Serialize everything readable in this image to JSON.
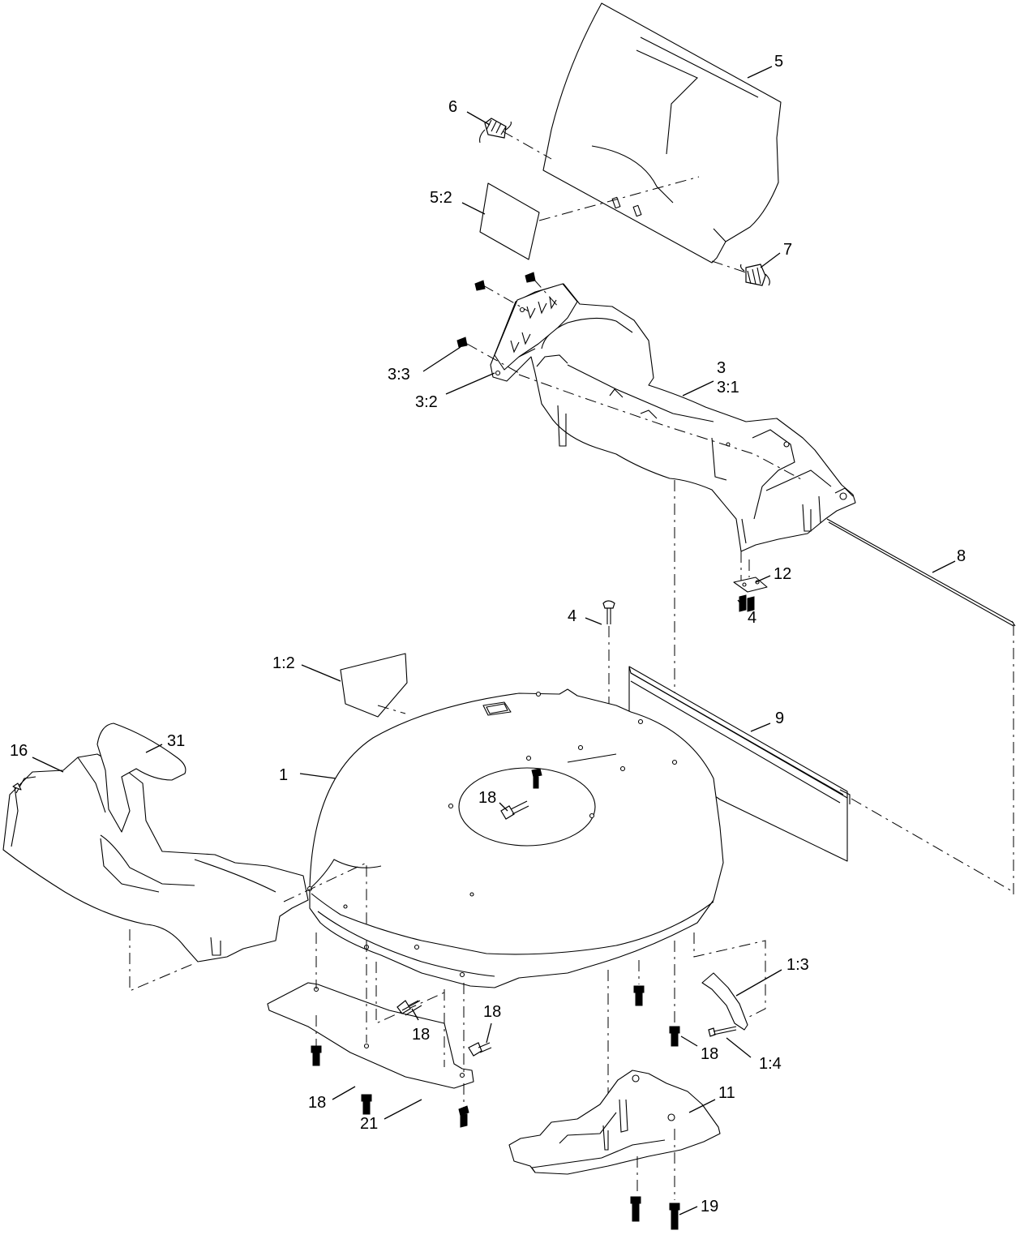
{
  "callouts": [
    {
      "text": "5"
    },
    {
      "text": "6"
    },
    {
      "text": "5:2"
    },
    {
      "text": "7"
    },
    {
      "text": "3"
    },
    {
      "text": "3:1"
    },
    {
      "text": "3:3"
    },
    {
      "text": "3:2"
    },
    {
      "text": "8"
    },
    {
      "text": "12"
    },
    {
      "text": "4"
    },
    {
      "text": "4"
    },
    {
      "text": "1:2"
    },
    {
      "text": "9"
    },
    {
      "text": "16"
    },
    {
      "text": "31"
    },
    {
      "text": "1"
    },
    {
      "text": "18"
    },
    {
      "text": "1:3"
    },
    {
      "text": "18"
    },
    {
      "text": "18"
    },
    {
      "text": "18"
    },
    {
      "text": "1:4"
    },
    {
      "text": "18"
    },
    {
      "text": "11"
    },
    {
      "text": "21"
    },
    {
      "text": "19"
    }
  ]
}
